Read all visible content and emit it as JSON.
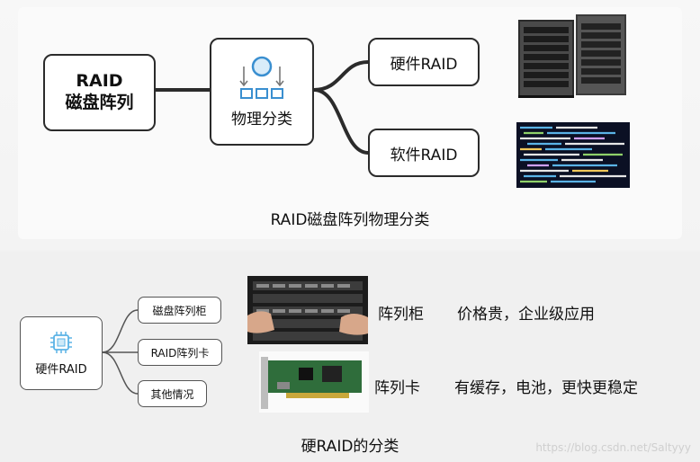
{
  "top": {
    "root": {
      "line1": "RAID",
      "line2": "磁盘阵列"
    },
    "middle": {
      "label": "物理分类"
    },
    "hardware": {
      "label": "硬件RAID"
    },
    "software": {
      "label": "软件RAID"
    },
    "caption": "RAID磁盘阵列物理分类"
  },
  "bottom": {
    "root": {
      "label": "硬件RAID"
    },
    "leaves": [
      "磁盘阵列柜",
      "RAID阵列卡",
      "其他情况"
    ],
    "rows": [
      {
        "name": "阵列柜",
        "desc": "价格贵，企业级应用"
      },
      {
        "name": "阵列卡",
        "desc": "有缓存，电池，更快更稳定"
      }
    ],
    "caption": "硬RAID的分类"
  },
  "watermark": "https://blog.csdn.net/Saltyyy",
  "colors": {
    "border": "#2b2b2b",
    "accent_blue": "#3a8fd0",
    "chip_blue": "#5ab3e6"
  }
}
